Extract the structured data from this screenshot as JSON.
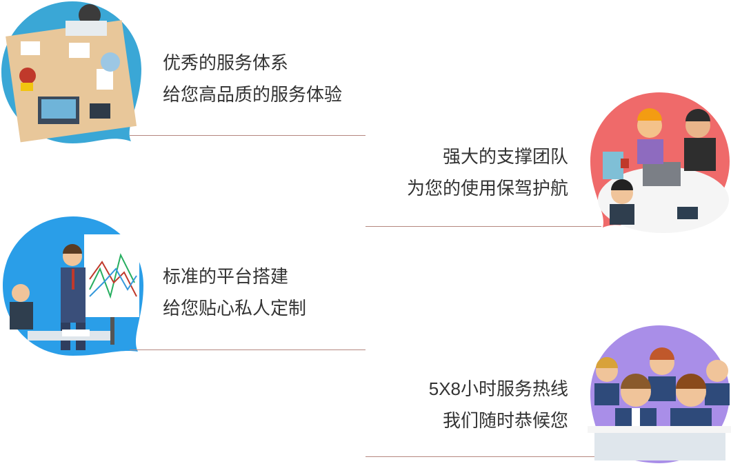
{
  "features": [
    {
      "name": "service-system",
      "line1": "优秀的服务体系",
      "line2": "给您高品质的服务体验",
      "illustration": "office-desk-meeting-icon",
      "bg_color": "#3aa7d6"
    },
    {
      "name": "support-team",
      "line1": "强大的支撑团队",
      "line2": "为您的使用保驾护航",
      "illustration": "team-discussion-icon",
      "bg_color": "#ef6a6a"
    },
    {
      "name": "standard-platform",
      "line1": "标准的平台搭建",
      "line2": "给您贴心私人定制",
      "illustration": "presentation-chart-icon",
      "bg_color": "#2a9ee8"
    },
    {
      "name": "hotline",
      "line1": "5X8小时服务热线",
      "line2": "我们随时恭候您",
      "illustration": "call-center-agents-icon",
      "bg_color": "#a98ee8"
    }
  ],
  "colors": {
    "divider": "#b4867e",
    "text": "#333333"
  }
}
